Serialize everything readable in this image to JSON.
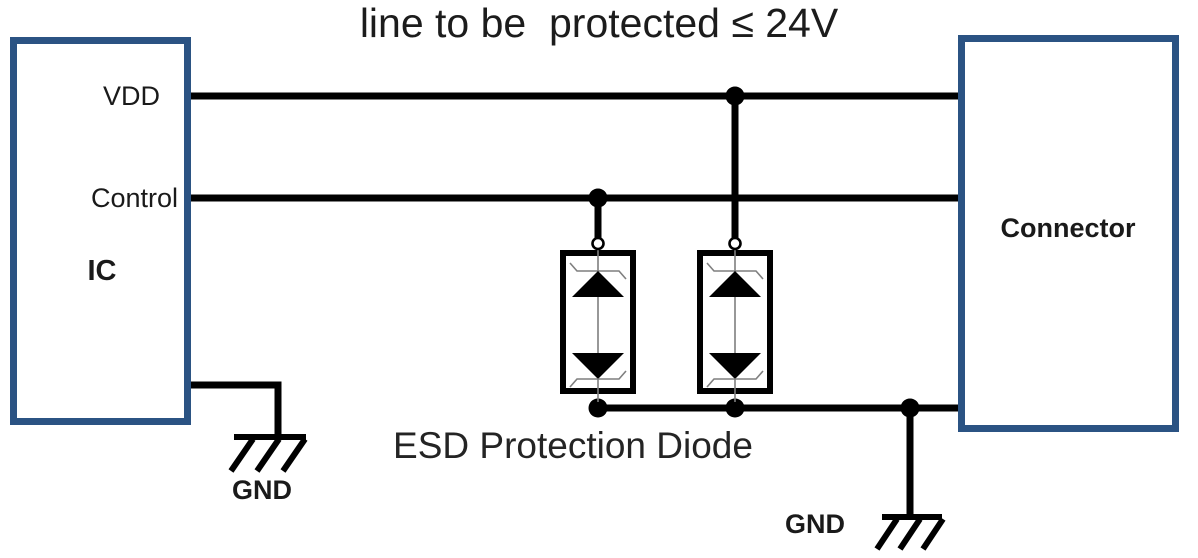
{
  "title": "line to be  protected ≤ 24V",
  "ic": {
    "name": "IC",
    "pin_vdd": "VDD",
    "pin_control": "Control"
  },
  "connector": {
    "name": "Connector"
  },
  "esd": {
    "caption": "ESD Protection Diode",
    "diode_count": 2,
    "symbol": "bidirectional zener pair"
  },
  "ground": {
    "left_label": "GND",
    "right_label": "GND"
  },
  "colors": {
    "box_border": "#2b5383",
    "wire": "#000000",
    "text": "#1a1a1a",
    "diode_detail": "#7f7f7f"
  }
}
